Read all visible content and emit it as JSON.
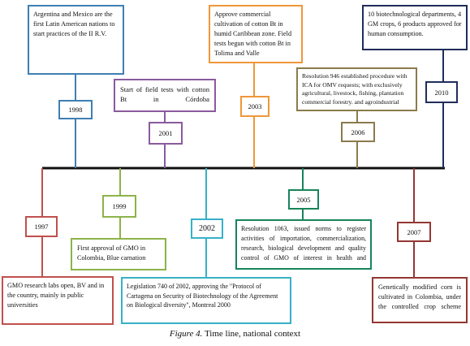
{
  "caption": {
    "label": "Figure 4.",
    "text": "Time line, national context"
  },
  "colors": {
    "axis": "#111111",
    "blue": "#3f7fb3",
    "purple": "#8a5a9e",
    "orange": "#f0973a",
    "olive": "#8b7b4b",
    "navy": "#1f2d5a",
    "red": "#c0504d",
    "green": "#8cb34a",
    "teal": "#38b0c8",
    "darkgreen": "#17845a",
    "darkred": "#943634"
  },
  "events": {
    "e1998": {
      "year": "1998",
      "text": "Argentina and Mexico are the first Latin American nations to start practices of the II R.V."
    },
    "e2001": {
      "year": "2001",
      "text": "Start of field tests with cotton Bt in Córdoba"
    },
    "e2003": {
      "year": "2003",
      "text": "Approve commercial cultivation of cotton Bt in humid Caribbean zone. Field tests begun with cotton Bt in Tolima and Valle"
    },
    "e2006": {
      "year": "2006",
      "text": "Resolution 946 established procedure with ICA for OMV requests; with exclusively agricultural, livestock, fishing, plantation commercial forestry. and agroindustrial"
    },
    "e2010": {
      "year": "2010",
      "text": "10 biotechnological departments, 4 GM crops, 6 products approved for human consumption."
    },
    "e1997": {
      "year": "1997",
      "text": "GMO research labs open, BV and in the country, mainly in public universities"
    },
    "e1999": {
      "year": "1999",
      "text": "First approval of GMO in Colombia, Blue carnation"
    },
    "e2002": {
      "year": "2002",
      "text": "Legislation 740 of 2002, approving the \"Protocol of Cartagena on Security of Biotechnology of the Agreement on Biological diversity\", Montreal 2000"
    },
    "e2005": {
      "year": "2005",
      "text": "Resolution 1063, issued norms to register activities of importation, commercialization, research, biological development and quality control of GMO of interest in health and"
    },
    "e2007": {
      "year": "2007",
      "text": "Genetically modified corn is cultivated in Colombia, under the controlled crop scheme"
    }
  }
}
